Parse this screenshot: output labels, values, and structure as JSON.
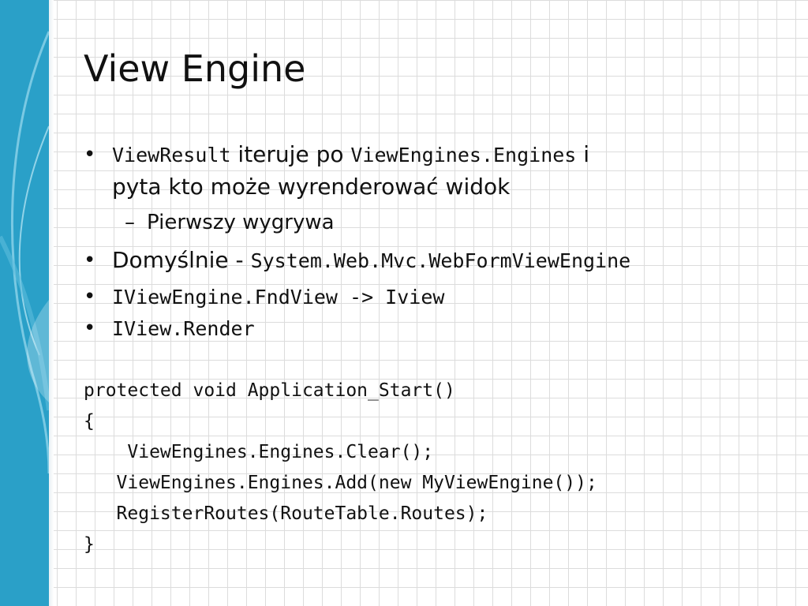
{
  "title": "View Engine",
  "bullets": [
    {
      "code1": "ViewResult",
      "text1": " iteruje po ",
      "code2": "ViewEngines.Engines",
      "text2": " i",
      "line2": "pyta kto może wyrenderować widok"
    },
    {
      "sub": "Pierwszy wygrywa"
    },
    {
      "text": "Domyślnie - ",
      "code": "System.Web.Mvc.WebFormViewEngine"
    },
    {
      "code": "IViewEngine.FndView -> Iview"
    },
    {
      "code": "IView.Render"
    }
  ],
  "bullet_char": "•",
  "dash_char": "–",
  "code_lines": [
    "protected void Application_Start()",
    "{",
    "    ViewEngines.Engines.Clear();",
    "   ViewEngines.Engines.Add(new MyViewEngine());",
    "   RegisterRoutes(RouteTable.Routes);",
    "}"
  ],
  "colors": {
    "accent": "#2aa0c8",
    "accent_light": "#8fd3ea",
    "grid": "#dcdcdc"
  }
}
